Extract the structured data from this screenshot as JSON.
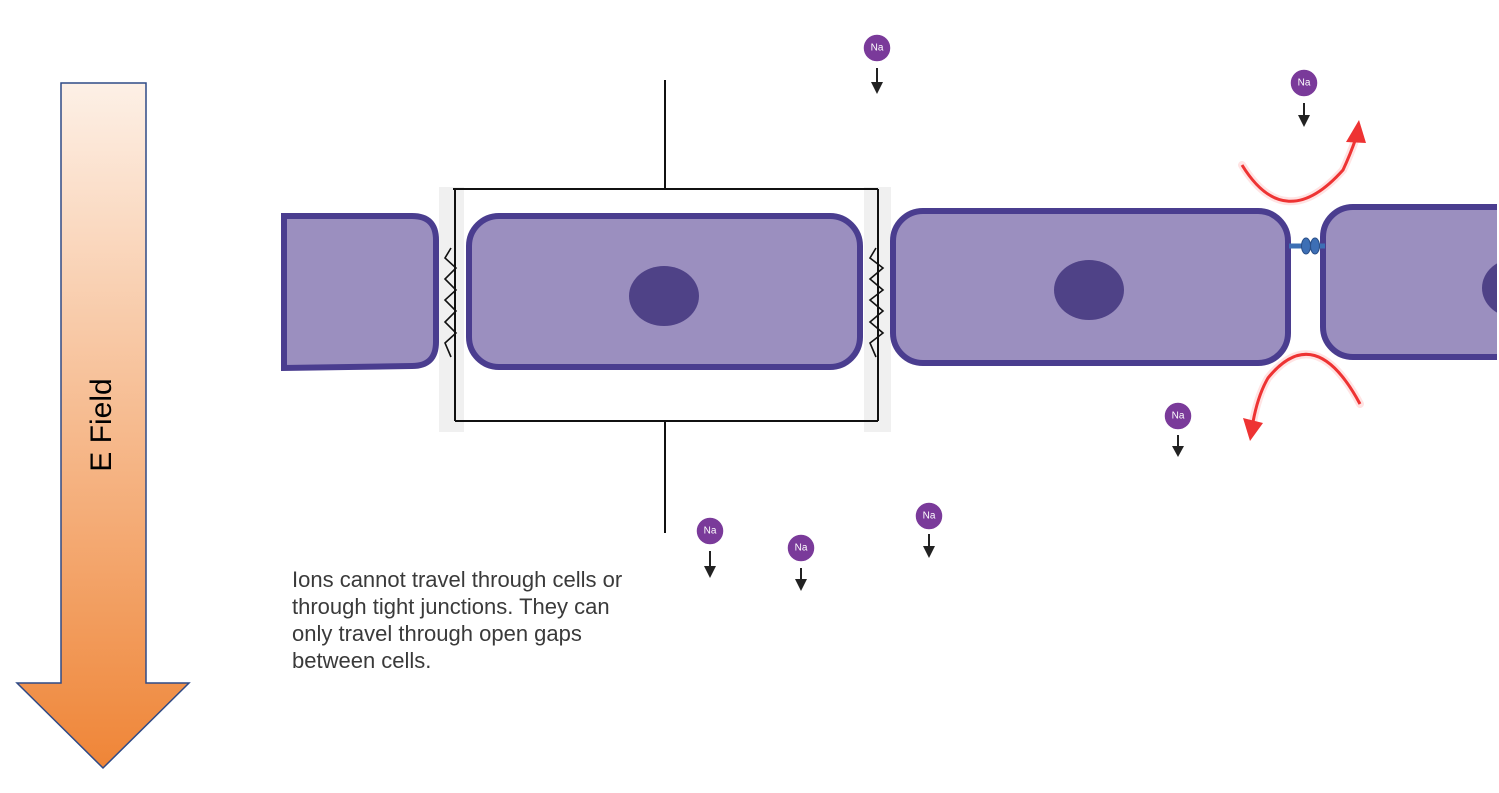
{
  "arrow": {
    "label": "E Field",
    "gradient_top": "#fdf0e6",
    "gradient_bottom": "#ef8537",
    "stroke": "#2f4a86"
  },
  "ion_label": "Na",
  "caption": "Ions cannot travel through cells or through tight junctions. They can only travel through open gaps between cells.",
  "colors": {
    "cell_fill": "#9b8fbf",
    "cell_stroke": "#4a3d8f",
    "nucleus": "#4f4287",
    "ion": "#7a3a9a",
    "flow_arrow": "#ee3333"
  }
}
